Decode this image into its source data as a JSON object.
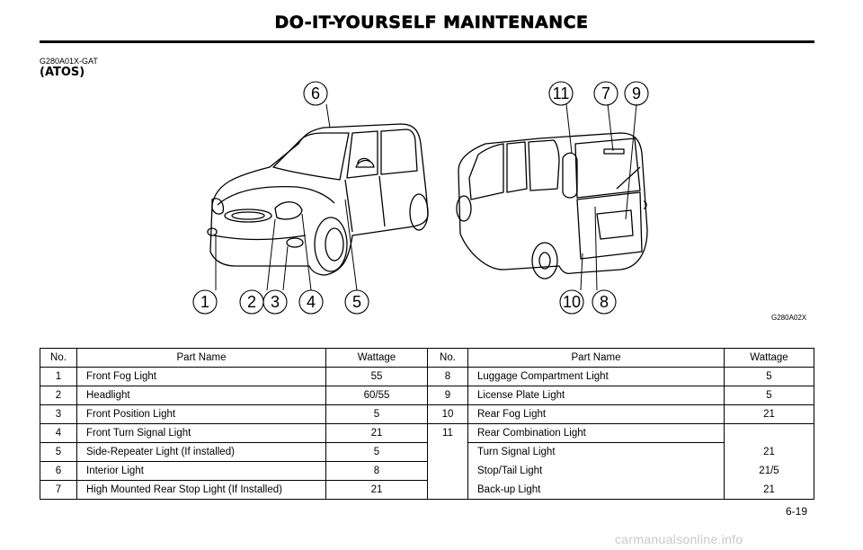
{
  "header": {
    "title": "DO-IT-YOURSELF MAINTENANCE"
  },
  "section": {
    "code": "G280A01X-GAT",
    "model": "(ATOS)"
  },
  "figure": {
    "code": "G280A02X",
    "callouts": [
      "1",
      "2",
      "3",
      "4",
      "5",
      "6",
      "11",
      "7",
      "9",
      "10",
      "8"
    ]
  },
  "table": {
    "headers": {
      "no": "No.",
      "name": "Part Name",
      "wattage": "Wattage"
    },
    "left": [
      {
        "no": "1",
        "name": "Front Fog Light",
        "wattage": "55"
      },
      {
        "no": "2",
        "name": "Headlight",
        "wattage": "60/55"
      },
      {
        "no": "3",
        "name": "Front Position Light",
        "wattage": "5"
      },
      {
        "no": "4",
        "name": "Front Turn Signal Light",
        "wattage": "21"
      },
      {
        "no": "5",
        "name": "Side-Repeater Light (If installed)",
        "wattage": "5"
      },
      {
        "no": "6",
        "name": "Interior Light",
        "wattage": "8"
      },
      {
        "no": "7",
        "name": "High Mounted Rear Stop Light (If Installed)",
        "wattage": "21"
      }
    ],
    "right": [
      {
        "no": "8",
        "name": "Luggage Compartment Light",
        "wattage": "5"
      },
      {
        "no": "9",
        "name": "License Plate Light",
        "wattage": "5"
      },
      {
        "no": "10",
        "name": "Rear Fog Light",
        "wattage": "21"
      },
      {
        "no": "11",
        "name": "Rear Combination Light",
        "wattage": ""
      },
      {
        "no": "",
        "name": "Turn Signal Light",
        "wattage": "21"
      },
      {
        "no": "",
        "name": "Stop/Tail Light",
        "wattage": "21/5"
      },
      {
        "no": "",
        "name": "Back-up Light",
        "wattage": "21"
      }
    ]
  },
  "footer": {
    "page": "6-19",
    "watermark": "carmanualsonline.info"
  }
}
